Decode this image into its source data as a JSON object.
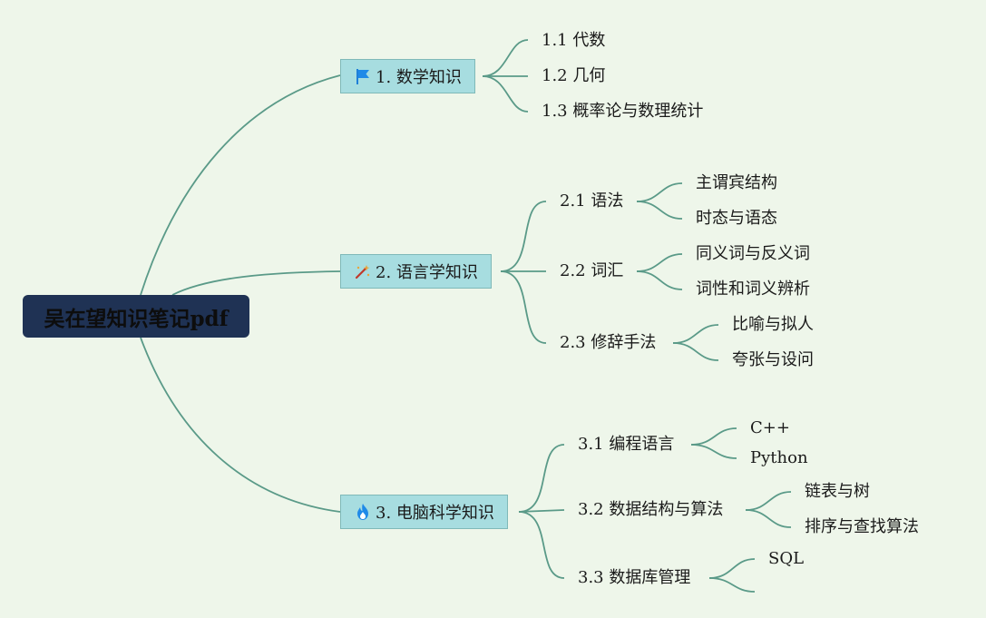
{
  "root": {
    "title": "吴在望知识笔记pdf"
  },
  "branches": [
    {
      "label": "1. 数学知识",
      "icon": "flag-icon",
      "children": [
        {
          "label": "1.1 代数"
        },
        {
          "label": "1.2 几何"
        },
        {
          "label": "1.3 概率论与数理统计"
        }
      ]
    },
    {
      "label": "2. 语言学知识",
      "icon": "magic-wand-icon",
      "children": [
        {
          "label": "2.1 语法",
          "children": [
            "主谓宾结构",
            "时态与语态"
          ]
        },
        {
          "label": "2.2 词汇",
          "children": [
            "同义词与反义词",
            "词性和词义辨析"
          ]
        },
        {
          "label": "2.3 修辞手法",
          "children": [
            "比喻与拟人",
            "夸张与设问"
          ]
        }
      ]
    },
    {
      "label": "3. 电脑科学知识",
      "icon": "flame-icon",
      "children": [
        {
          "label": "3.1 编程语言",
          "children": [
            "C++",
            "Python"
          ]
        },
        {
          "label": "3.2 数据结构与算法",
          "children": [
            "链表与树",
            "排序与查找算法"
          ]
        },
        {
          "label": "3.3 数据库管理",
          "children": [
            "SQL",
            ""
          ]
        }
      ]
    }
  ],
  "colors": {
    "background": "#eef6ea",
    "root_fill": "#1f3254",
    "branch_fill": "#a7dde0",
    "connector": "#5a9a88"
  }
}
